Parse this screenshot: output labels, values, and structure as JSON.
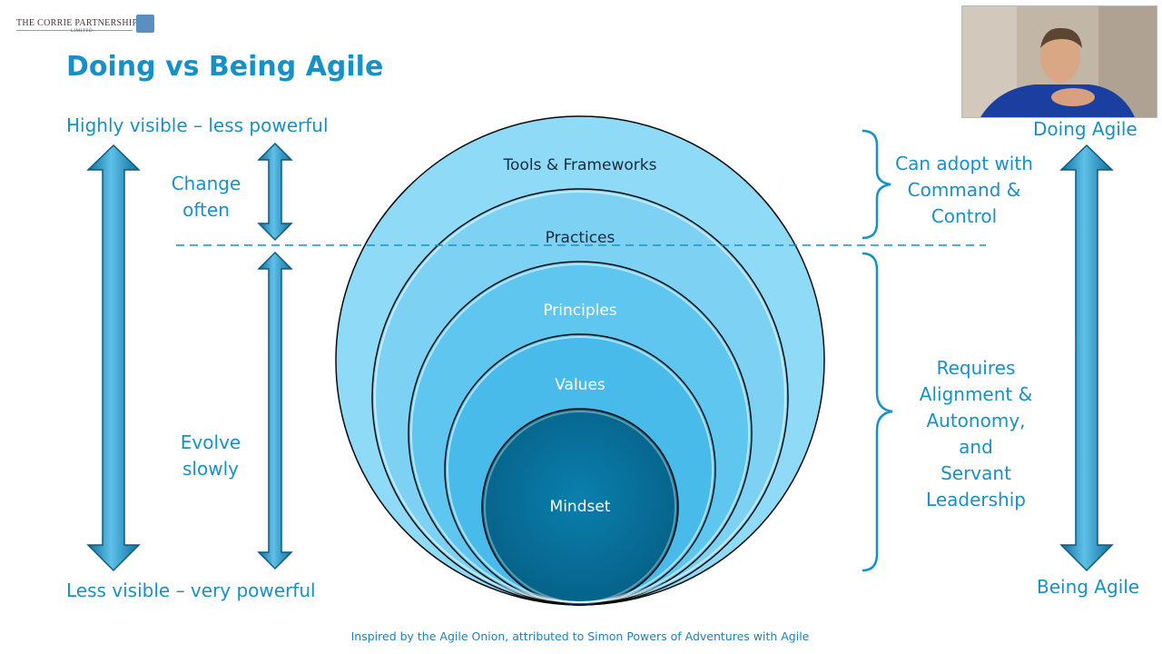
{
  "logo": {
    "name": "THE CORRIE PARTNERSHIP",
    "sub": "LIMITED"
  },
  "slide": {
    "title": "Doing vs Being Agile",
    "left_top": "Highly visible – less powerful",
    "left_bottom": "Less visible – very powerful",
    "change_often": [
      "Change",
      "often"
    ],
    "evolve_slowly": [
      "Evolve",
      "slowly"
    ],
    "layers": [
      "Tools & Frameworks",
      "Practices",
      "Principles",
      "Values",
      "Mindset"
    ],
    "command_control": [
      "Can adopt with",
      "Command &",
      "Control"
    ],
    "requires": [
      "Requires",
      "Alignment &",
      "Autonomy,",
      "and",
      "Servant",
      "Leadership"
    ],
    "doing_agile": "Doing Agile",
    "being_agile": "Being Agile",
    "footer": "Inspired by the Agile Onion, attributed to Simon Powers of Adventures with Agile"
  },
  "colors": {
    "accent": "#1691c8",
    "layer_fills": [
      "#8fdaf6",
      "#7dd2f4",
      "#5fc6f0",
      "#48bbea",
      "#08759f"
    ],
    "arrow": "#1f8fc4"
  },
  "icons": [
    "double-arrow-icon",
    "bracket-icon",
    "presenter-video-feed"
  ]
}
